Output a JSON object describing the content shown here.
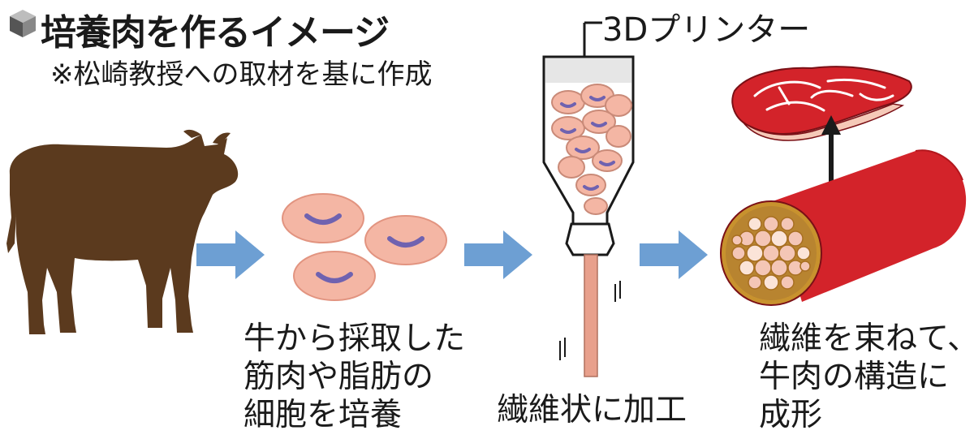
{
  "header": {
    "title": "培養肉を作るイメージ",
    "subtitle": "※松崎教授への取材を基に作成"
  },
  "printer": {
    "label": "3Dプリンター"
  },
  "steps": [
    {
      "lines": [
        "牛から採取した",
        "筋肉や脂肪の",
        "細胞を培養"
      ]
    },
    {
      "lines": [
        "繊維状に加工"
      ]
    },
    {
      "lines": [
        "繊維を束ねて、",
        "牛肉の構造に",
        "成形"
      ]
    }
  ],
  "colors": {
    "cow": "#5b3a1e",
    "arrow": "#6d9fd3",
    "cell_fill": "#f4b6a4",
    "cell_nucleus": "#6f62b0",
    "meat_red": "#d3232a",
    "fat": "#f7d7c4",
    "fiber": "#e8a08c"
  },
  "icons": [
    "cube-icon",
    "cow-icon",
    "arrow-right-icon",
    "cell-icon",
    "printer-icon",
    "meat-icon",
    "arrow-up-icon"
  ]
}
